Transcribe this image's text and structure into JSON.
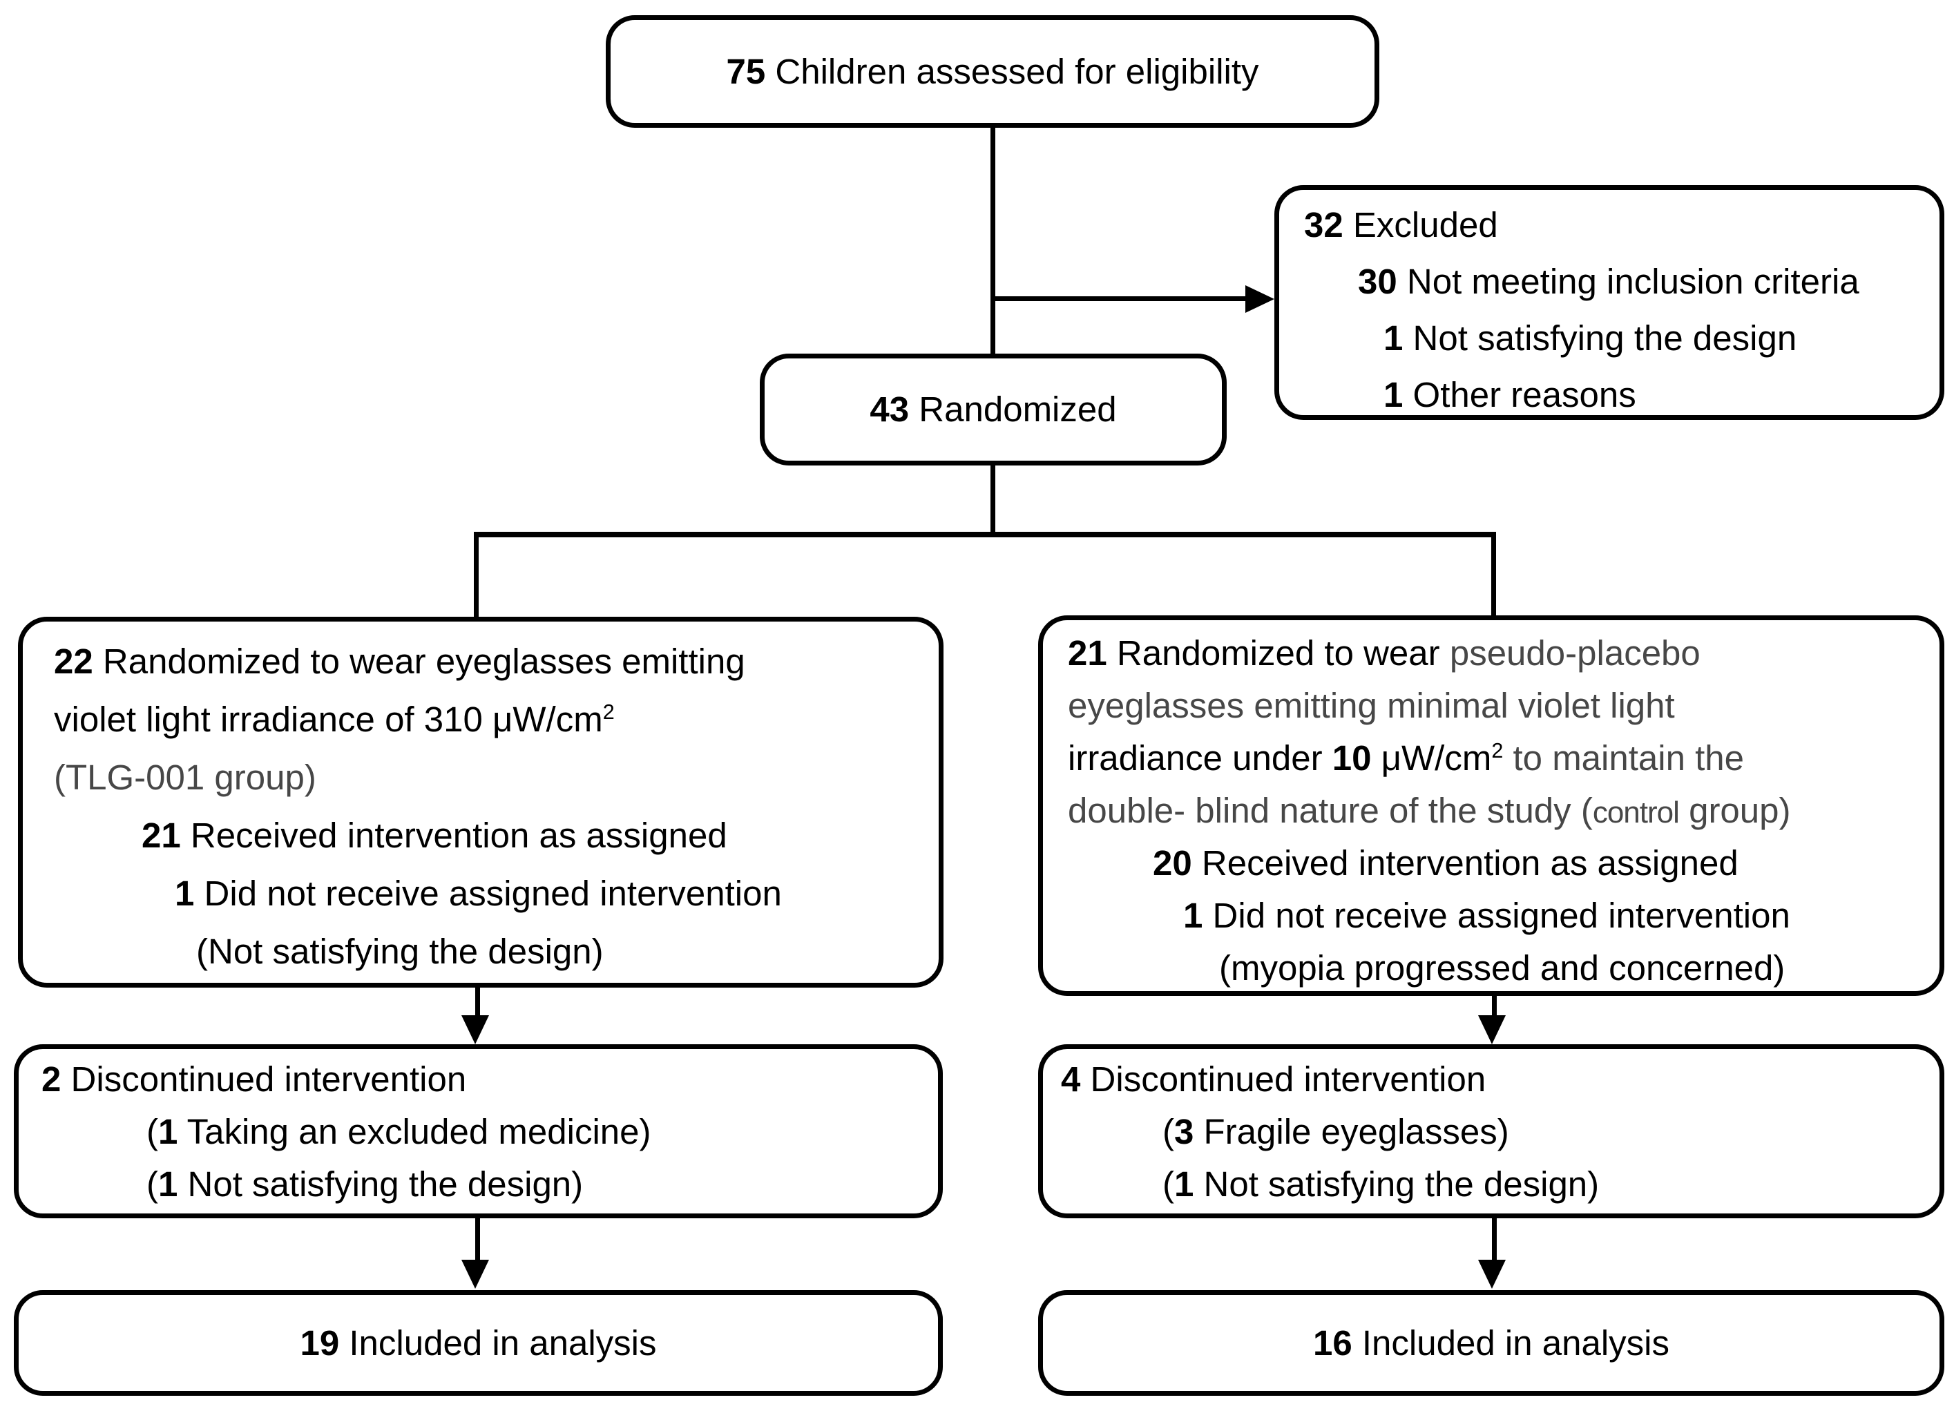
{
  "flowchart": {
    "colors": {
      "text": "#000000",
      "muted_text": "#474747",
      "box_border": "#000000",
      "connector": "#000000",
      "background": "#ffffff"
    },
    "boxes": {
      "eligibility": {
        "lines": [
          {
            "indent": 0,
            "segments": [
              {
                "t": "75",
                "b": true
              },
              {
                "t": " Children assessed for eligibility"
              }
            ]
          }
        ]
      },
      "excluded": {
        "lines": [
          {
            "indent": 0,
            "segments": [
              {
                "t": "32",
                "b": true
              },
              {
                "t": " Excluded"
              }
            ]
          },
          {
            "indent": 78,
            "segments": [
              {
                "t": "30",
                "b": true
              },
              {
                "t": " Not meeting inclusion criteria"
              }
            ]
          },
          {
            "indent": 115,
            "segments": [
              {
                "t": "1",
                "b": true
              },
              {
                "t": " Not satisfying the design"
              }
            ]
          },
          {
            "indent": 115,
            "segments": [
              {
                "t": "1",
                "b": true
              },
              {
                "t": " Other reasons"
              }
            ]
          }
        ]
      },
      "randomized": {
        "lines": [
          {
            "indent": 0,
            "segments": [
              {
                "t": "43",
                "b": true
              },
              {
                "t": " Randomized"
              }
            ]
          }
        ]
      },
      "tlg_group": {
        "lines": [
          {
            "indent": 0,
            "segments": [
              {
                "t": "22",
                "b": true
              },
              {
                "t": " Randomized to wear eyeglasses emitting"
              }
            ]
          },
          {
            "indent": 0,
            "segments": [
              {
                "t": "violet light irradiance of 310 μW/cm"
              },
              {
                "t": "2",
                "sup": true
              }
            ]
          },
          {
            "indent": 0,
            "segments": [
              {
                "t": "(TLG-001 group)",
                "g": true
              }
            ]
          },
          {
            "indent": 127,
            "segments": [
              {
                "t": "21",
                "b": true
              },
              {
                "t": " Received intervention as assigned"
              }
            ]
          },
          {
            "indent": 175,
            "segments": [
              {
                "t": "1",
                "b": true
              },
              {
                "t": " Did not receive assigned intervention"
              }
            ]
          },
          {
            "indent": 206,
            "segments": [
              {
                "t": "(Not satisfying the design)"
              }
            ]
          }
        ]
      },
      "control_group": {
        "lines": [
          {
            "indent": 0,
            "segments": [
              {
                "t": "21",
                "b": true
              },
              {
                "t": " Randomized to wear "
              },
              {
                "t": "pseudo-placebo",
                "g": true
              }
            ]
          },
          {
            "indent": 0,
            "segments": [
              {
                "t": "eyeglasses emitting minimal violet light",
                "g": true
              }
            ]
          },
          {
            "indent": 0,
            "segments": [
              {
                "t": "irradiance under "
              },
              {
                "t": "10",
                "b": true
              },
              {
                "t": " μW/cm"
              },
              {
                "t": "2",
                "sup": true
              },
              {
                "t": " to maintain the",
                "g": true
              }
            ]
          },
          {
            "indent": 0,
            "segments": [
              {
                "t": "double- blind nature of the study (",
                "g": true
              },
              {
                "t": "control",
                "g": true,
                "s": true
              },
              {
                "t": " group)",
                "g": true
              }
            ]
          },
          {
            "indent": 123,
            "segments": [
              {
                "t": "20",
                "b": true
              },
              {
                "t": " Received intervention as assigned"
              }
            ]
          },
          {
            "indent": 167,
            "segments": [
              {
                "t": "1",
                "b": true
              },
              {
                "t": " Did not receive assigned intervention"
              }
            ]
          },
          {
            "indent": 219,
            "segments": [
              {
                "t": "(myopia progressed and concerned)"
              }
            ]
          }
        ]
      },
      "tlg_discontinued": {
        "lines": [
          {
            "indent": 0,
            "segments": [
              {
                "t": "2",
                "b": true
              },
              {
                "t": " Discontinued intervention"
              }
            ]
          },
          {
            "indent": 152,
            "segments": [
              {
                "t": "("
              },
              {
                "t": "1",
                "b": true
              },
              {
                "t": " Taking an excluded medicine)"
              }
            ]
          },
          {
            "indent": 152,
            "segments": [
              {
                "t": "("
              },
              {
                "t": "1",
                "b": true
              },
              {
                "t": " Not satisfying the design)"
              }
            ]
          }
        ]
      },
      "control_discontinued": {
        "lines": [
          {
            "indent": 0,
            "segments": [
              {
                "t": "4",
                "b": true
              },
              {
                "t": " Discontinued intervention"
              }
            ]
          },
          {
            "indent": 147,
            "segments": [
              {
                "t": "("
              },
              {
                "t": "3",
                "b": true
              },
              {
                "t": " Fragile eyeglasses)"
              }
            ]
          },
          {
            "indent": 147,
            "segments": [
              {
                "t": "("
              },
              {
                "t": "1",
                "b": true
              },
              {
                "t": " Not satisfying the design)"
              }
            ]
          }
        ]
      },
      "tlg_analysis": {
        "lines": [
          {
            "indent": 0,
            "segments": [
              {
                "t": "19",
                "b": true
              },
              {
                "t": " Included in analysis"
              }
            ]
          }
        ]
      },
      "control_analysis": {
        "lines": [
          {
            "indent": 0,
            "segments": [
              {
                "t": "16",
                "b": true
              },
              {
                "t": " Included in analysis"
              }
            ]
          }
        ]
      }
    }
  }
}
